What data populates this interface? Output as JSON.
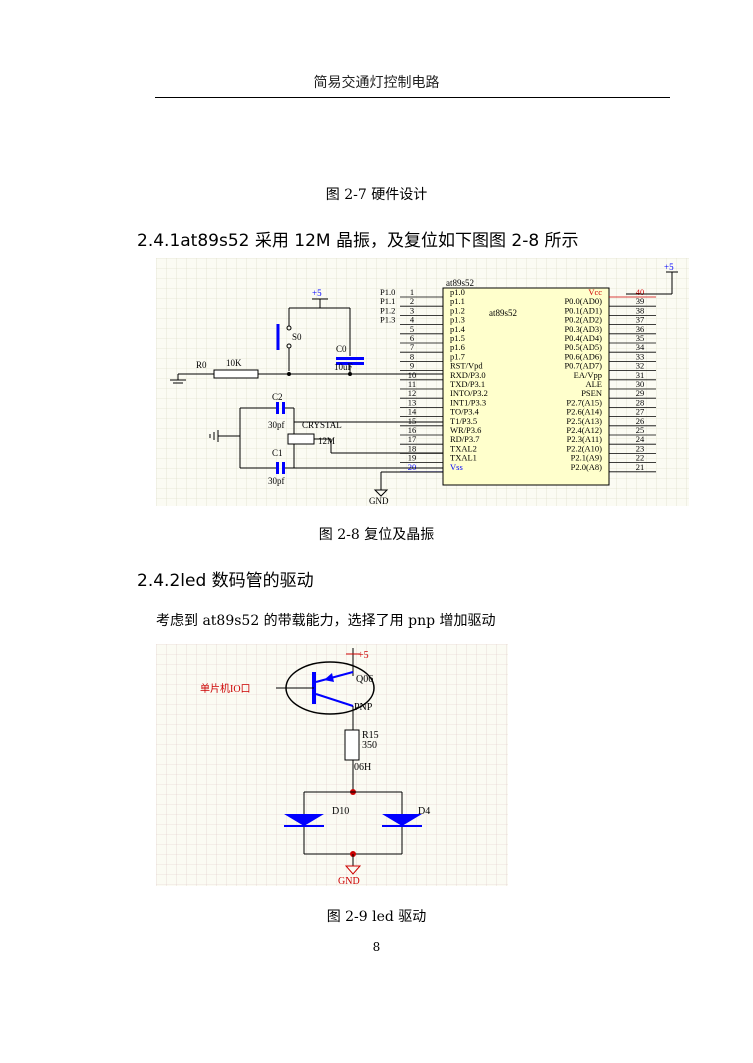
{
  "header": {
    "title": "简易交通灯控制电路"
  },
  "figure_2_7": {
    "caption": "图 2-7  硬件设计"
  },
  "section_2_4_1": {
    "heading": "2.4.1at89s52 采用 12M 晶振，及复位如下图图 2-8 所示"
  },
  "figure_2_8": {
    "caption": "图 2-8  复位及晶振",
    "chip_name": "at89s52",
    "chip_center_label": "at89s52",
    "vcc_label": "+5",
    "gnd_label": "GND",
    "components": {
      "plus5": "+5",
      "s0": "S0",
      "c0": "C0",
      "c0_value": "10uF",
      "r0": "R0",
      "r0_value": "10K",
      "c2": "C2",
      "c2_value": "30pf",
      "crystal": "CRYSTAL",
      "crystal_value": "12M",
      "c1": "C1",
      "c1_value": "30pf"
    },
    "port_labels": [
      "P1.0",
      "P1.1",
      "P1.2",
      "P1.3"
    ],
    "left_pin_numbers": [
      "1",
      "2",
      "3",
      "4",
      "5",
      "6",
      "7",
      "8",
      "9",
      "10",
      "11",
      "12",
      "13",
      "14",
      "15",
      "16",
      "17",
      "18",
      "19",
      "20"
    ],
    "left_pin_names": [
      "p1.0",
      "p1.1",
      "p1.2",
      "p1.3",
      "p1.4",
      "p1.5",
      "p1.6",
      "p1.7",
      "RST/Vpd",
      "RXD/P3.0",
      "TXD/P3.1",
      "INTO/P3.2",
      "INT1/P3.3",
      "TO/P3.4",
      "T1/P3.5",
      "WR/P3.6",
      "RD/P3.7",
      "TXAL2",
      "TXAL1",
      "Vss"
    ],
    "right_pin_numbers": [
      "40",
      "39",
      "38",
      "37",
      "36",
      "35",
      "34",
      "33",
      "32",
      "31",
      "30",
      "29",
      "28",
      "27",
      "26",
      "25",
      "24",
      "23",
      "22",
      "21"
    ],
    "right_pin_names": [
      "Vcc",
      "P0.0(AD0)",
      "P0.1(AD1)",
      "P0.2(AD2)",
      "P0.3(AD3)",
      "P0.4(AD4)",
      "P0.5(AD5)",
      "P0.6(AD6)",
      "P0.7(AD7)",
      "EA/Vpp",
      "ALE",
      "PSEN",
      "P2.7(A15)",
      "P2.6(A14)",
      "P2.5(A13)",
      "P2.4(A12)",
      "P2.3(A11)",
      "P2.2(A10)",
      "P2.1(A9)",
      "P2.0(A8)"
    ]
  },
  "section_2_4_2": {
    "heading": "2.4.2led 数码管的驱动",
    "body": "考虑到 at89s52 的带载能力，选择了用 pnp 增加驱动"
  },
  "figure_2_9": {
    "caption": "图 2-9  led 驱动",
    "vcc_label": "+5",
    "input_label": "单片机IO口",
    "transistor": "Q06",
    "transistor_type": "PNP",
    "resistor": "R15",
    "resistor_value": "350",
    "node_label": "06H",
    "led_left": "D10",
    "led_right": "D4",
    "gnd_label": "GND"
  },
  "page": {
    "number": "8"
  }
}
